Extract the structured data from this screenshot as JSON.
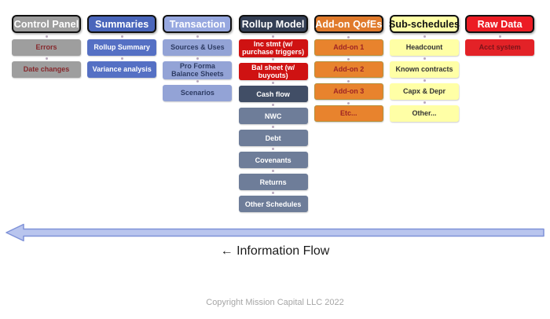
{
  "columns": [
    {
      "name": "control-panel",
      "header": {
        "label": "Control Panel",
        "bg": "#9e9e9e",
        "color": "#ffffff",
        "border": "#111111"
      },
      "items": [
        {
          "label": "Errors",
          "bg": "#9e9e9e",
          "color": "#86282c"
        },
        {
          "label": "Date changes",
          "bg": "#9e9e9e",
          "color": "#86282c"
        }
      ]
    },
    {
      "name": "summaries",
      "header": {
        "label": "Summaries",
        "bg": "#4a66bb",
        "color": "#ffffff",
        "border": "#111111"
      },
      "items": [
        {
          "label": "Rollup Summary",
          "bg": "#5570c4",
          "color": "#ffffff"
        },
        {
          "label": "Variance analysis",
          "bg": "#5570c4",
          "color": "#ffffff"
        }
      ]
    },
    {
      "name": "transaction",
      "header": {
        "label": "Transaction",
        "bg": "#97a8e0",
        "color": "#ffffff",
        "border": "#111111"
      },
      "items": [
        {
          "label": "Sources & Uses",
          "bg": "#93a3d6",
          "color": "#2e3c64"
        },
        {
          "label": "Pro Forma Balance Sheets",
          "bg": "#93a3d6",
          "color": "#2e3c64"
        },
        {
          "label": "Scenarios",
          "bg": "#93a3d6",
          "color": "#2e3c64"
        }
      ]
    },
    {
      "name": "rollup-model",
      "header": {
        "label": "Rollup Model",
        "bg": "#333e54",
        "color": "#ffffff",
        "border": "#111111"
      },
      "items": [
        {
          "label": "Inc stmt (w/ purchase triggers)",
          "bg": "#cf1212",
          "color": "#ffffff"
        },
        {
          "label": "Bal sheet (w/ buyouts)",
          "bg": "#cf1212",
          "color": "#ffffff"
        },
        {
          "label": "Cash flow",
          "bg": "#414e66",
          "color": "#ffffff"
        },
        {
          "label": "NWC",
          "bg": "#6e7d99",
          "color": "#ffffff"
        },
        {
          "label": "Debt",
          "bg": "#6e7d99",
          "color": "#ffffff"
        },
        {
          "label": "Covenants",
          "bg": "#6e7d99",
          "color": "#ffffff"
        },
        {
          "label": "Returns",
          "bg": "#6e7d99",
          "color": "#ffffff"
        },
        {
          "label": "Other Schedules",
          "bg": "#6e7d99",
          "color": "#ffffff"
        }
      ]
    },
    {
      "name": "add-on-qofes",
      "header": {
        "label": "Add-on QofEs",
        "bg": "#e07a2b",
        "color": "#ffffff",
        "border": "#111111"
      },
      "items": [
        {
          "label": "Add-on 1",
          "bg": "#e8832d",
          "color": "#9e2424",
          "border": "#b5913c"
        },
        {
          "label": "Add-on 2",
          "bg": "#e8832d",
          "color": "#9e2424",
          "border": "#b5913c"
        },
        {
          "label": "Add-on 3",
          "bg": "#e8832d",
          "color": "#9e2424",
          "border": "#b5913c"
        },
        {
          "label": "Etc...",
          "bg": "#e8832d",
          "color": "#9e2424",
          "border": "#b5913c"
        }
      ]
    },
    {
      "name": "sub-schedules",
      "header": {
        "label": "Sub-schedules",
        "bg": "#ffffa6",
        "color": "#111111",
        "border": "#111111"
      },
      "items": [
        {
          "label": "Headcount",
          "bg": "#ffffa6",
          "color": "#333333"
        },
        {
          "label": "Known contracts",
          "bg": "#ffffa6",
          "color": "#333333"
        },
        {
          "label": "Capx & Depr",
          "bg": "#ffffa6",
          "color": "#333333"
        },
        {
          "label": "Other...",
          "bg": "#ffffa6",
          "color": "#333333"
        }
      ]
    },
    {
      "name": "raw-data",
      "header": {
        "label": "Raw Data",
        "bg": "#ec1c24",
        "color": "#ffffff",
        "border": "#111111"
      },
      "items": [
        {
          "label": "Acct system",
          "bg": "#e32227",
          "color": "#7a1419"
        }
      ]
    }
  ],
  "flow": {
    "label": "← Information Flow",
    "arrow_fill": "#b9c5ee",
    "arrow_stroke": "#7f92d8"
  },
  "footer": {
    "copyright": "Copyright Mission Capital LLC 2022"
  }
}
